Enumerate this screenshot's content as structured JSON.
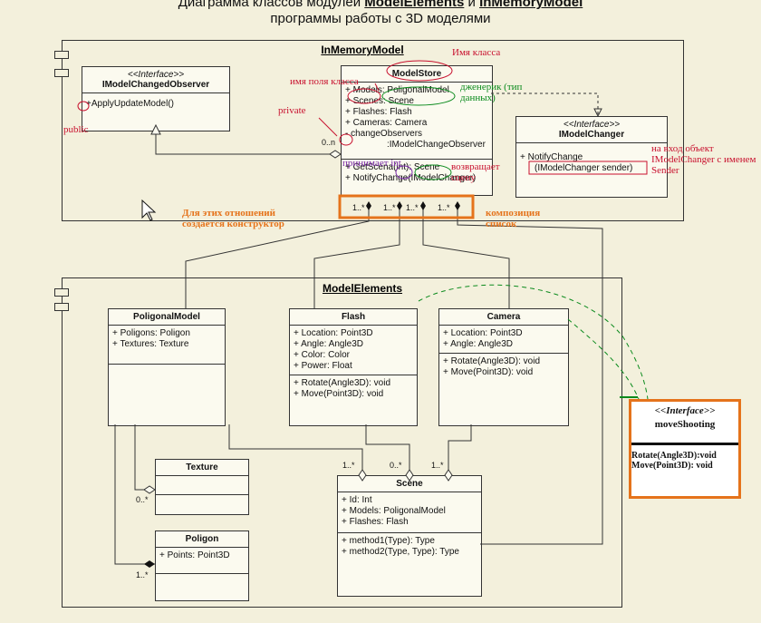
{
  "title": {
    "line1_prefix": "Диаграмма классов модулей",
    "module_a": "ModelElements",
    "conj": "и",
    "module_b": "InMemoryModel",
    "line2": "программы работы с 3D моделями"
  },
  "in_memory_model": {
    "package_name": "InMemoryModel",
    "observer": {
      "stereotype": "<<Interface>>",
      "name": "IModelChangedObserver",
      "method": "+ApplyUpdateModel()"
    },
    "model_store": {
      "name": "ModelStore",
      "attributes": [
        "+ Models: PoligonalModel",
        "+ Scenes: Scene",
        "+ Flashes: Flash",
        "+ Cameras: Camera",
        "- changeObservers",
        ":IModelChangeObserver"
      ],
      "methods": [
        "+ GetScena(int): Scene",
        "+ NotifyChange(IModelChanger)"
      ]
    },
    "changer": {
      "stereotype": "<<Interface>>",
      "name": "IModelChanger",
      "method1": "+ NotifyChange",
      "method2": "(IModelChanger sender)"
    },
    "mult_observers": "0..n"
  },
  "model_elements": {
    "package_name": "ModelElements",
    "poligonal_model": {
      "name": "PoligonalModel",
      "attributes": [
        "+ Poligons: Poligon",
        "+ Textures: Texture"
      ]
    },
    "flash": {
      "name": "Flash",
      "attributes": [
        "+ Location: Point3D",
        "+ Angle: Angle3D",
        "+ Color: Color",
        "+ Power: Float"
      ],
      "methods": [
        "+ Rotate(Angle3D): void",
        "+ Move(Point3D): void"
      ]
    },
    "camera": {
      "name": "Camera",
      "attributes": [
        "+ Location: Point3D",
        "+ Angle: Angle3D"
      ],
      "methods": [
        "+ Rotate(Angle3D): void",
        "+ Move(Point3D): void"
      ]
    },
    "texture": {
      "name": "Texture"
    },
    "poligon": {
      "name": "Poligon",
      "attributes": [
        "+ Points: Point3D"
      ]
    },
    "scene": {
      "name": "Scene",
      "attributes": [
        "+ Id: Int",
        "+ Models: PoligonalModel",
        "+ Flashes: Flash"
      ],
      "methods": [
        "+ method1(Type): Type",
        "+ method2(Type, Type): Type"
      ]
    }
  },
  "multiplicities": {
    "m1": "1..*",
    "m2": "1..*",
    "m3": "1..*",
    "m4": "1..*",
    "scene1": "1..*",
    "scene2": "0..*",
    "scene3": "1..*",
    "texture": "0..*",
    "poligon": "1..*"
  },
  "move_shooting": {
    "stereotype": "<<Interface>>",
    "name": "moveShooting",
    "methods": [
      "Rotate(Angle3D):void",
      "Move(Point3D): void"
    ]
  },
  "annotations": {
    "class_name": "Имя класса",
    "field_name": "имя поля класса",
    "generic": "дженерик (тип данных)",
    "private": "private",
    "public": "public",
    "accepts_int": "принимает int",
    "returns_scene": "возвращает сцену",
    "changer_input": "на вход объект IModelChanger с именем Sender",
    "constructor_note": "Для этих отношений создается конструктор",
    "composition_list": "композиция список"
  },
  "colors": {
    "red": "#c8102e",
    "green": "#0a8a1c",
    "orange": "#e5731b",
    "purple": "#7a2aa8",
    "background": "#f3f0dc"
  }
}
